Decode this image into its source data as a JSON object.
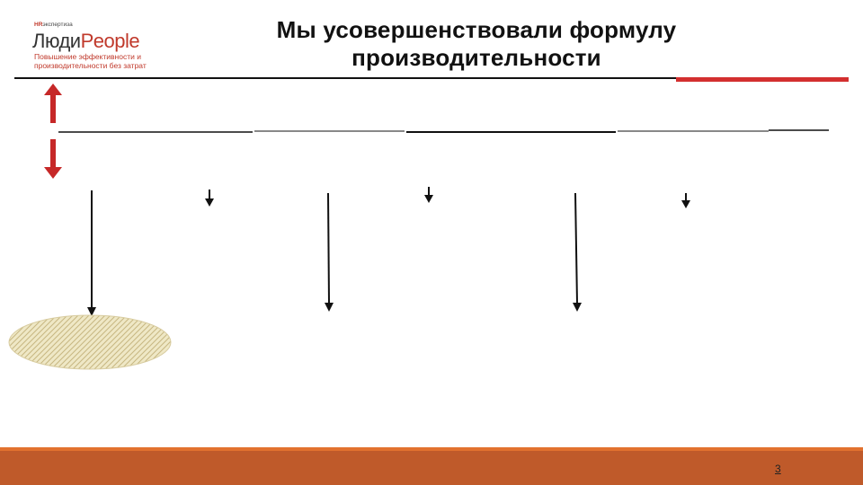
{
  "logo": {
    "small_prefix": "HR",
    "small_text": "экспертиза",
    "main_left": "Люди",
    "main_right": "People",
    "tagline": "Повышение эффективности и производительности без затрат"
  },
  "header": {
    "title": "Мы усовершенствовали формулу производительности"
  },
  "footer": {
    "page_number": "3"
  },
  "colors": {
    "accent_red": "#d32f2f",
    "arrow_red": "#c62828",
    "footer_orange": "#bf5a2a",
    "ellipse_fill": "#e3d9a8"
  }
}
